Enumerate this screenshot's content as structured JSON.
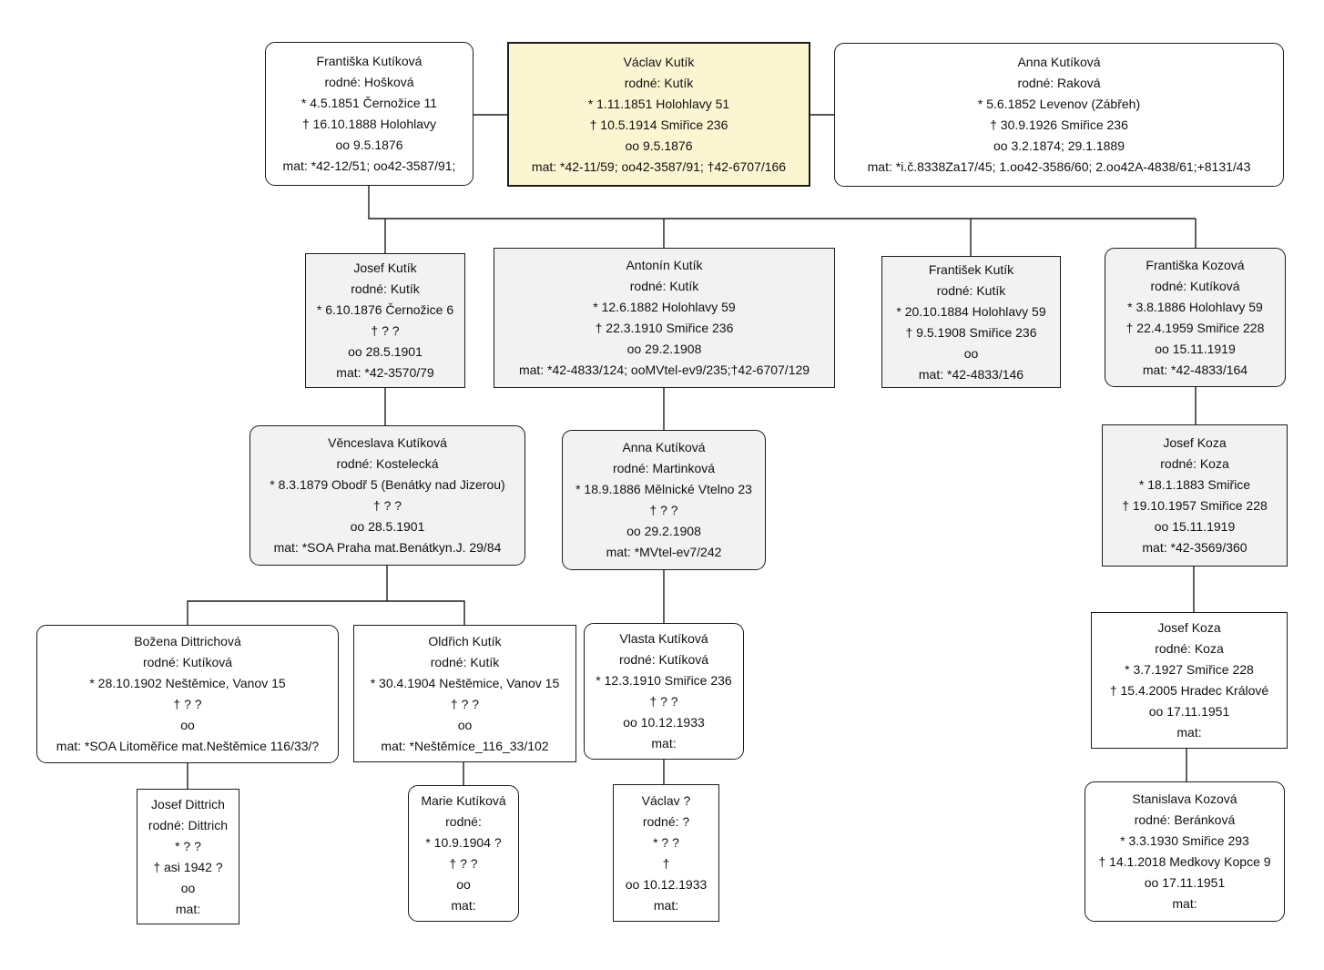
{
  "diagram": {
    "type": "family-tree",
    "colors": {
      "highlight_fill": "#fbf5d1",
      "generation_fill": "#f2f2f2",
      "default_fill": "#ffffff",
      "border": "#1c1c1c",
      "connector": "#1c1c1c",
      "background": "#ffffff"
    }
  },
  "people": [
    {
      "id": "frantiska-kutikova",
      "name": "Františka Kutíková",
      "maiden": "rodné: Hošková",
      "birth": "* 4.5.1851 Černožice 11",
      "death": "† 16.10.1888 Holohlavy",
      "marriage": "oo 9.5.1876",
      "register": "mat: *42-12/51; oo42-3587/91;"
    },
    {
      "id": "vaclav-kutik",
      "name": "Václav Kutík",
      "maiden": "rodné: Kutík",
      "birth": "* 1.11.1851 Holohlavy 51",
      "death": "† 10.5.1914 Smiřice 236",
      "marriage": "oo 9.5.1876",
      "register": "mat: *42-11/59; oo42-3587/91; †42-6707/166",
      "highlighted": true
    },
    {
      "id": "anna-kutikova",
      "name": "Anna Kutíková",
      "maiden": "rodné: Raková",
      "birth": "* 5.6.1852 Levenov (Zábřeh)",
      "death": "† 30.9.1926 Smiřice 236",
      "marriage": "oo 3.2.1874; 29.1.1889",
      "register": "mat: *i.č.8338Za17/45; 1.oo42-3586/60; 2.oo42A-4838/61;+8131/43"
    },
    {
      "id": "josef-kutik",
      "name": "Josef Kutík",
      "maiden": "rodné: Kutík",
      "birth": "* 6.10.1876 Černožice 6",
      "death": "† ? ?",
      "marriage": "oo 28.5.1901",
      "register": "mat: *42-3570/79"
    },
    {
      "id": "antonin-kutik",
      "name": "Antonín Kutík",
      "maiden": "rodné: Kutík",
      "birth": "* 12.6.1882 Holohlavy 59",
      "death": "† 22.3.1910 Smiřice 236",
      "marriage": "oo 29.2.1908",
      "register": "mat: *42-4833/124; ooMVtel-ev9/235;†42-6707/129"
    },
    {
      "id": "frantisek-kutik",
      "name": "František Kutík",
      "maiden": "rodné: Kutík",
      "birth": "* 20.10.1884 Holohlavy 59",
      "death": "† 9.5.1908 Smiřice 236",
      "marriage": "oo",
      "register": "mat: *42-4833/146"
    },
    {
      "id": "frantiska-kozova",
      "name": "Františka Kozová",
      "maiden": "rodné: Kutíková",
      "birth": "* 3.8.1886 Holohlavy 59",
      "death": "† 22.4.1959 Smiřice 228",
      "marriage": "oo 15.11.1919",
      "register": "mat: *42-4833/164"
    },
    {
      "id": "venceslava-kutikova",
      "name": "Věnceslava Kutíková",
      "maiden": "rodné: Kostelecká",
      "birth": "* 8.3.1879 Obodř 5 (Benátky nad Jizerou)",
      "death": "† ? ?",
      "marriage": "oo 28.5.1901",
      "register": "mat: *SOA Praha mat.Benátkyn.J. 29/84"
    },
    {
      "id": "anna-kutikova-martinkova",
      "name": "Anna Kutíková",
      "maiden": "rodné: Martinková",
      "birth": "* 18.9.1886 Mělnické Vtelno 23",
      "death": "† ? ?",
      "marriage": "oo 29.2.1908",
      "register": "mat: *MVtel-ev7/242"
    },
    {
      "id": "josef-koza",
      "name": "Josef Koza",
      "maiden": "rodné: Koza",
      "birth": "* 18.1.1883 Smiřice",
      "death": "† 19.10.1957 Smiřice 228",
      "marriage": "oo 15.11.1919",
      "register": "mat: *42-3569/360"
    },
    {
      "id": "bozena-dittrichova",
      "name": "Božena Dittrichová",
      "maiden": "rodné: Kutíková",
      "birth": "* 28.10.1902 Neštěmice, Vanov 15",
      "death": "† ? ?",
      "marriage": "oo",
      "register": "mat: *SOA Litoměřice mat.Neštěmice 116/33/?"
    },
    {
      "id": "oldrich-kutik",
      "name": "Oldřich Kutík",
      "maiden": "rodné: Kutík",
      "birth": "* 30.4.1904 Neštěmice, Vanov 15",
      "death": "† ? ?",
      "marriage": "oo",
      "register": "mat: *Neštěmíce_116_33/102"
    },
    {
      "id": "vlasta-kutikova",
      "name": "Vlasta Kutíková",
      "maiden": "rodné: Kutíková",
      "birth": "* 12.3.1910 Smiřice 236",
      "death": "† ? ?",
      "marriage": "oo 10.12.1933",
      "register": "mat:"
    },
    {
      "id": "josef-koza-jr",
      "name": "Josef Koza",
      "maiden": "rodné: Koza",
      "birth": "* 3.7.1927 Smiřice 228",
      "death": "† 15.4.2005 Hradec Králové",
      "marriage": "oo 17.11.1951",
      "register": "mat:"
    },
    {
      "id": "josef-dittrich",
      "name": "Josef Dittrich",
      "maiden": "rodné: Dittrich",
      "birth": "* ? ?",
      "death": "† asi 1942 ?",
      "marriage": "oo",
      "register": "mat:"
    },
    {
      "id": "marie-kutikova",
      "name": "Marie Kutíková",
      "maiden": "rodné:",
      "birth": "* 10.9.1904 ?",
      "death": "† ? ?",
      "marriage": "oo",
      "register": "mat:"
    },
    {
      "id": "vaclav-unknown",
      "name": "Václav ?",
      "maiden": "rodné: ?",
      "birth": "* ? ?",
      "death": "†",
      "marriage": "oo 10.12.1933",
      "register": "mat:"
    },
    {
      "id": "stanislava-kozova",
      "name": "Stanislava Kozová",
      "maiden": "rodné: Beránková",
      "birth": "* 3.3.1930 Smiřice 293",
      "death": "† 14.1.2018 Medkovy Kopce 9",
      "marriage": "oo 17.11.1951",
      "register": "mat:"
    }
  ]
}
